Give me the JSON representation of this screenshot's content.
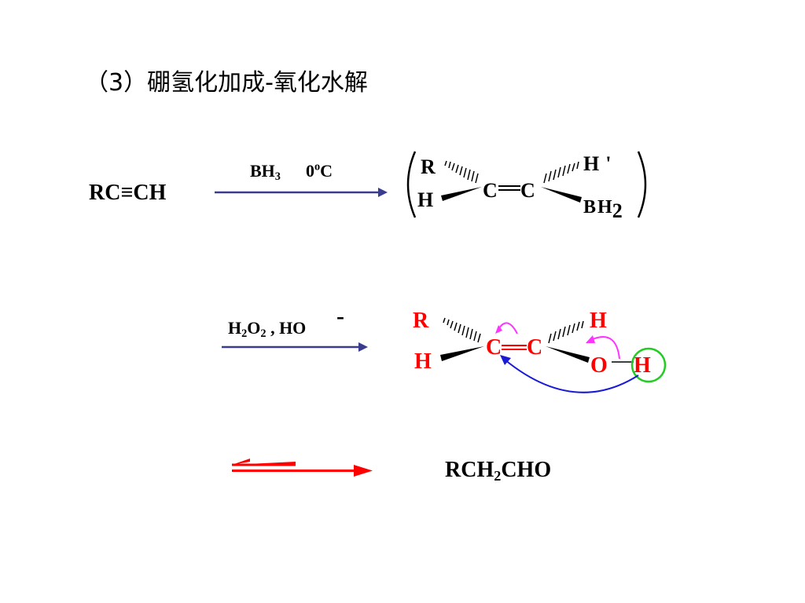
{
  "title": "（3）硼氢化加成-氧化水解",
  "reactant": "RC≡CH",
  "step1": {
    "reagent_main": "BH",
    "reagent_sub": "3",
    "temp_value": "0",
    "temp_sup": "o",
    "temp_unit": "C"
  },
  "intermediate1": {
    "R": "R",
    "H_left": "H",
    "C1": "C",
    "C2": "C",
    "H_right": "H",
    "prime": "'",
    "B": "B",
    "H_boron": "H",
    "boron_sub": "2"
  },
  "step2": {
    "h": "H",
    "h_sub": "2",
    "o": "O",
    "o_sub": "2",
    "sep": " , HO",
    "charge": "-"
  },
  "intermediate2": {
    "R": "R",
    "H_left": "H",
    "C1": "C",
    "C2": "C",
    "H_right": "H",
    "O": "O",
    "H_oxygen": "H"
  },
  "product": {
    "main": "RCH",
    "sub": "2",
    "tail": "CHO"
  },
  "colors": {
    "arrow": "#3a3d8f",
    "highlight": "#ff0000",
    "curved_magenta": "#ff33ff",
    "curved_blue": "#1a1ad6",
    "circle_green": "#22cc22",
    "equilibrium": "#ff0000"
  }
}
